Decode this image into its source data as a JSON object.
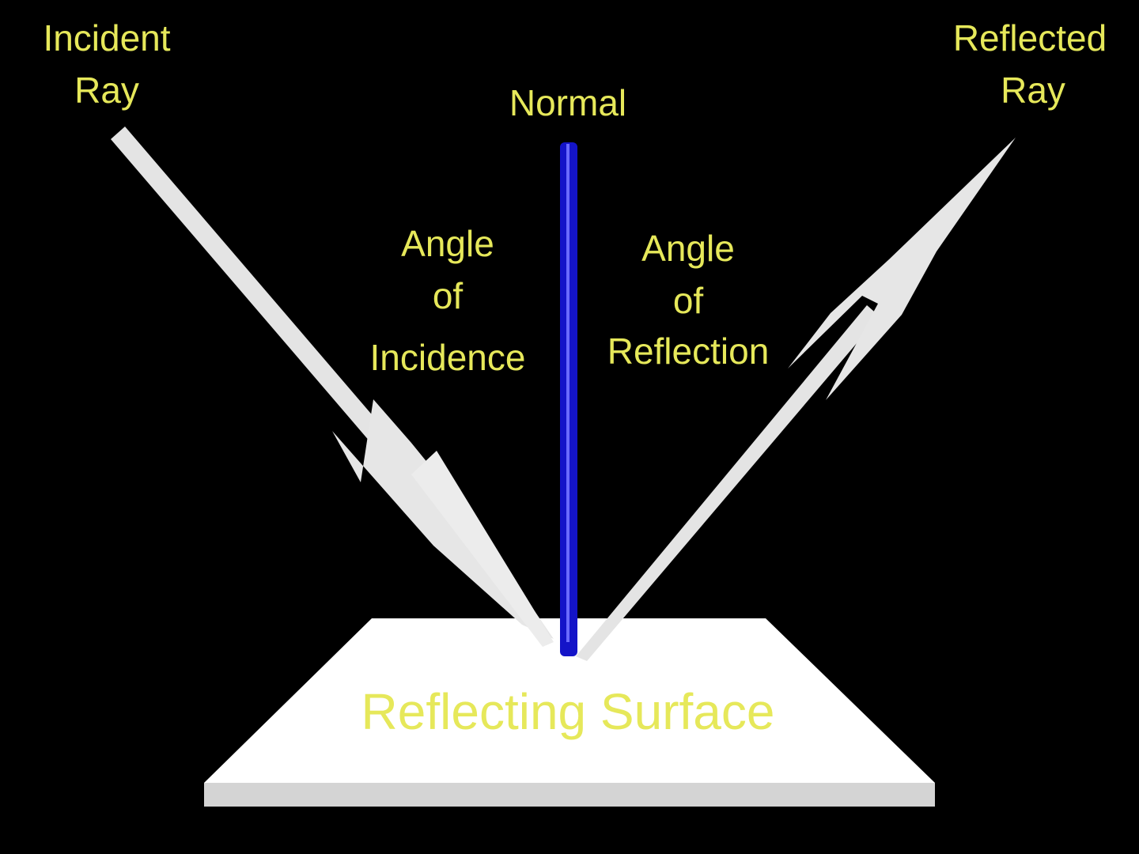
{
  "colors": {
    "background": "#000000",
    "label": "#e6e85a",
    "ray": "#e8e8e8",
    "normal": "#1414c8",
    "surface_top": "#ffffff",
    "surface_edge": "#dcdcdc"
  },
  "labels": {
    "incident_ray": [
      "Incident",
      "Ray"
    ],
    "reflected_ray": [
      "Reflected",
      "Ray"
    ],
    "normal": "Normal",
    "angle_of_incidence": [
      "Angle",
      "of",
      "Incidence"
    ],
    "angle_of_reflection": [
      "Angle",
      "of",
      "Reflection"
    ],
    "reflecting_surface": "Reflecting Surface"
  }
}
